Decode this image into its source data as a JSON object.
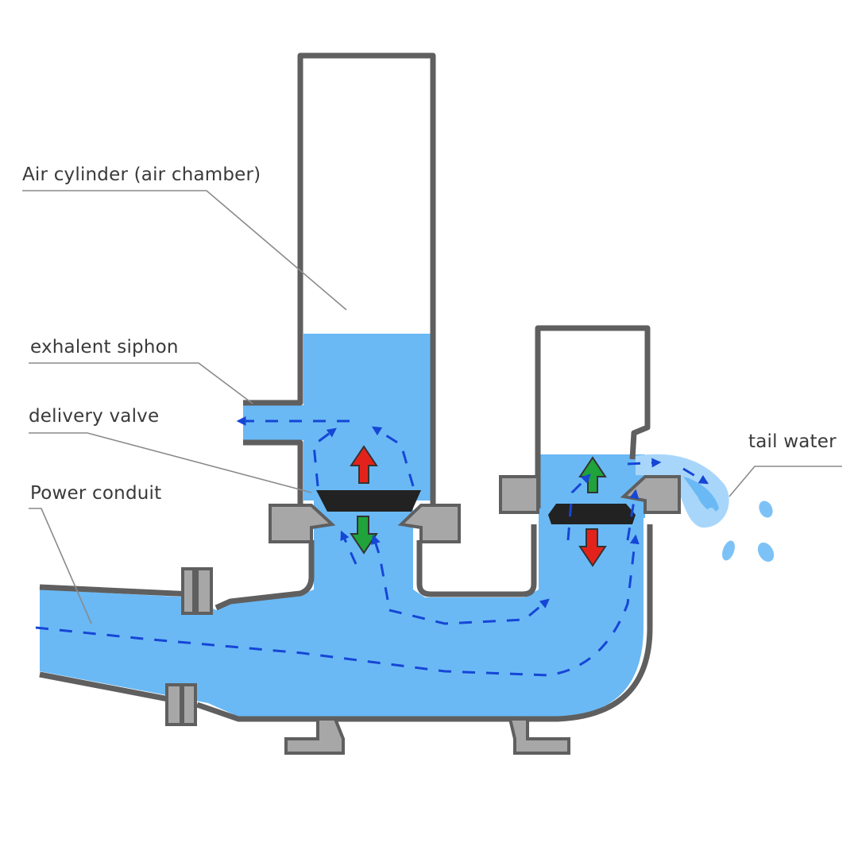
{
  "labels": {
    "air_cylinder": "Air cylinder (air chamber)",
    "exhalent_siphon": "exhalent siphon",
    "delivery_valve": "delivery valve",
    "power_conduit": "Power conduit",
    "tail_water": "tail water"
  },
  "colors": {
    "water": "#6ab9f5",
    "water_light": "#a8d6fa",
    "wall": "#5f5f5f",
    "flange": "#a7a7a7",
    "valve": "#222222",
    "flow_arrow": "#1646d6",
    "arrow_up": "#e3231b",
    "arrow_down": "#1fa33a"
  },
  "icons": {
    "delivery_valve_open": "red-arrow-up",
    "delivery_valve_close": "green-arrow-down",
    "waste_valve_open": "green-arrow-up",
    "waste_valve_close": "red-arrow-down"
  }
}
